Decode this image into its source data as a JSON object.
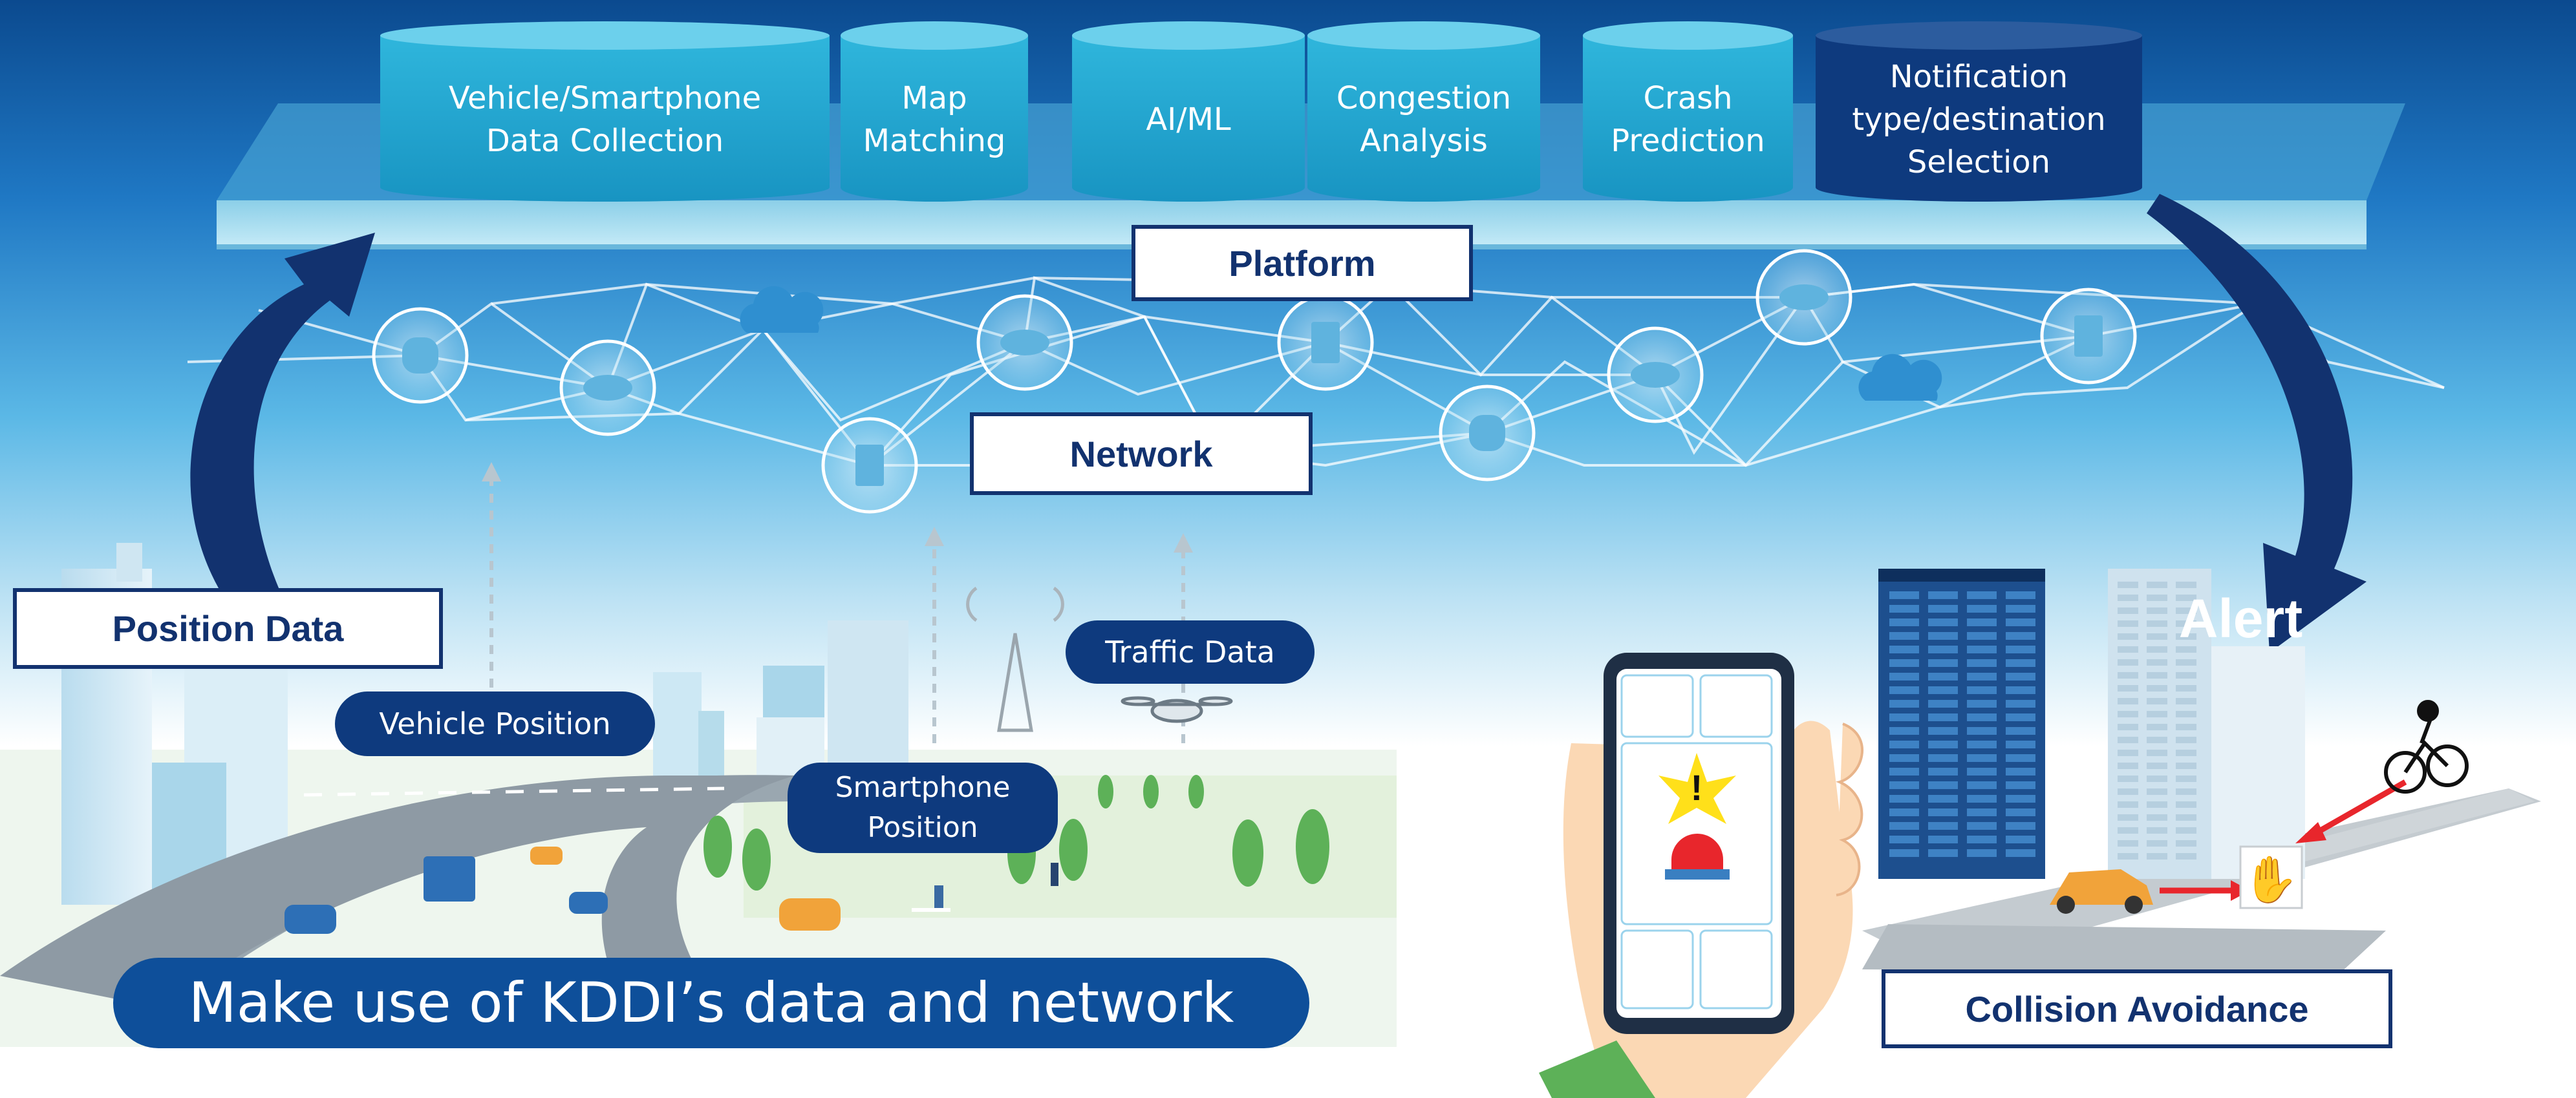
{
  "platform": {
    "modules": [
      "Vehicle/Smartphone\nData Collection",
      "Map\nMatching",
      "AI/ML",
      "Congestion\nAnalysis",
      "Crash\nPrediction",
      "Notification\ntype/destination\nSelection"
    ],
    "label": "Platform"
  },
  "network": {
    "label": "Network"
  },
  "labels": {
    "position_data": "Position Data",
    "vehicle_position": "Vehicle Position",
    "smartphone_position": "Smartphone\nPosition",
    "traffic_data": "Traffic Data",
    "alert": "Alert",
    "collision_avoidance": "Collision Avoidance",
    "banner": "Make use of KDDI’s data and network"
  },
  "colors": {
    "navy": "#12326f",
    "cylinder": "#21a7d0",
    "cylinder_dark": "#0e3a7e",
    "sky_top": "#0b4a8f",
    "sky_mid": "#3aa0d8",
    "banner": "#0e4f9a",
    "road": "#8e9aa4",
    "alert_arrow": "#e8262c"
  },
  "icons": [
    "server-icon",
    "router-icon",
    "database-icon",
    "cloud-icon",
    "drone-icon",
    "bicycle-icon",
    "stop-hand-icon",
    "smartphone-icon",
    "building-icon",
    "car-icon"
  ]
}
